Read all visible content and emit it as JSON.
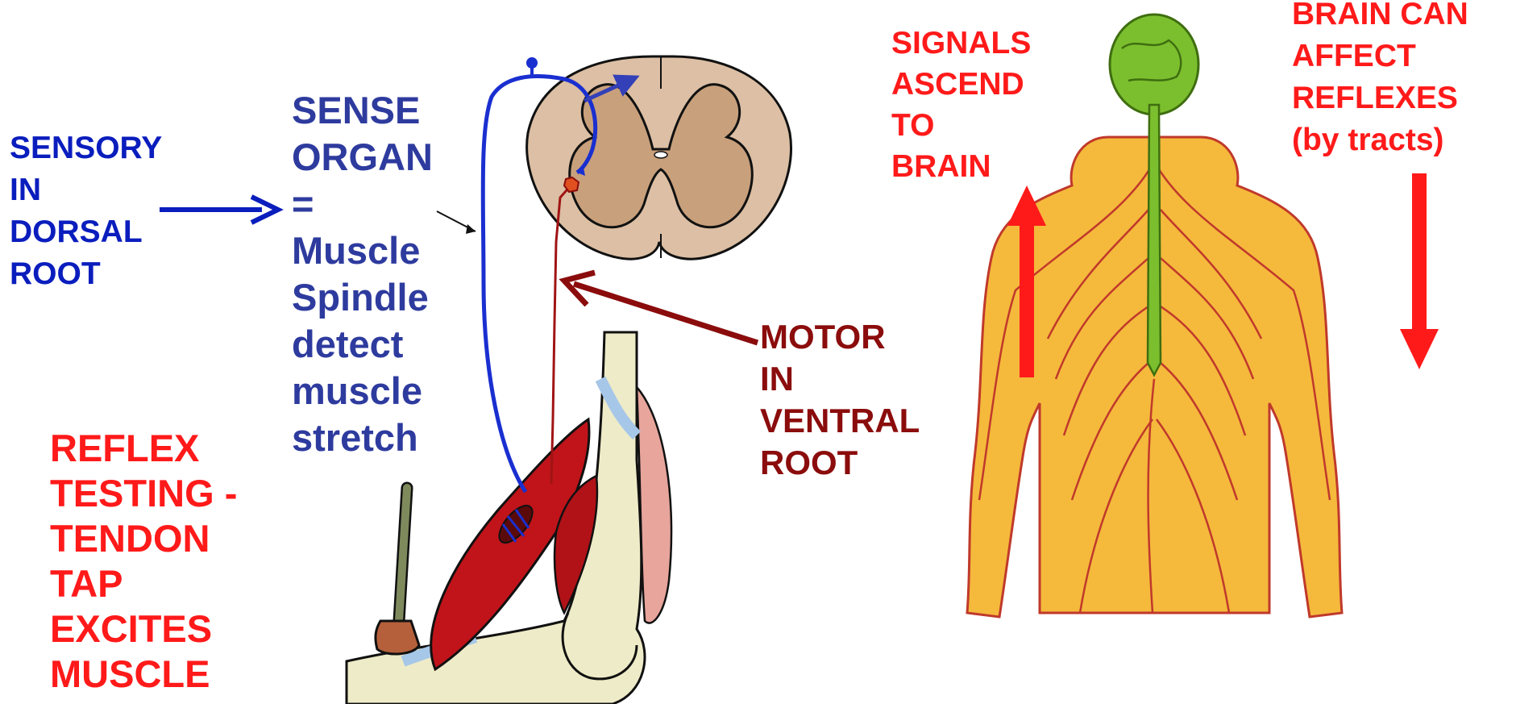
{
  "colors": {
    "sensory_blue": "#0a1dbd",
    "sense_organ_text": "#2e3b9e",
    "motor_dark_red": "#8b0c0c",
    "label_red": "#ff1a1a",
    "arrow_red": "#ff1a1a",
    "cord_tan": "#dcbfa4",
    "grey_matter": "#c8a07c",
    "muscle_red": "#c0141a",
    "body_yellow": "#f5b93c",
    "nerve_red": "#c0392b",
    "brain_green": "#7bbf2e"
  },
  "labels": {
    "sensory": [
      "SENSORY",
      "IN",
      "DORSAL",
      "ROOT"
    ],
    "sense_organ": [
      "SENSE",
      "ORGAN",
      "=",
      "Muscle",
      "Spindle",
      "detect",
      "muscle",
      "stretch"
    ],
    "reflex": [
      "REFLEX",
      "TESTING -",
      "TENDON",
      "TAP",
      "EXCITES",
      "MUSCLE"
    ],
    "motor": [
      "MOTOR",
      "IN",
      "VENTRAL",
      "ROOT"
    ],
    "ascend": [
      "SIGNALS",
      "ASCEND",
      "TO",
      "BRAIN"
    ],
    "brain_affect": [
      "BRAIN CAN",
      "AFFECT",
      "REFLEXES",
      "(by tracts)"
    ]
  }
}
